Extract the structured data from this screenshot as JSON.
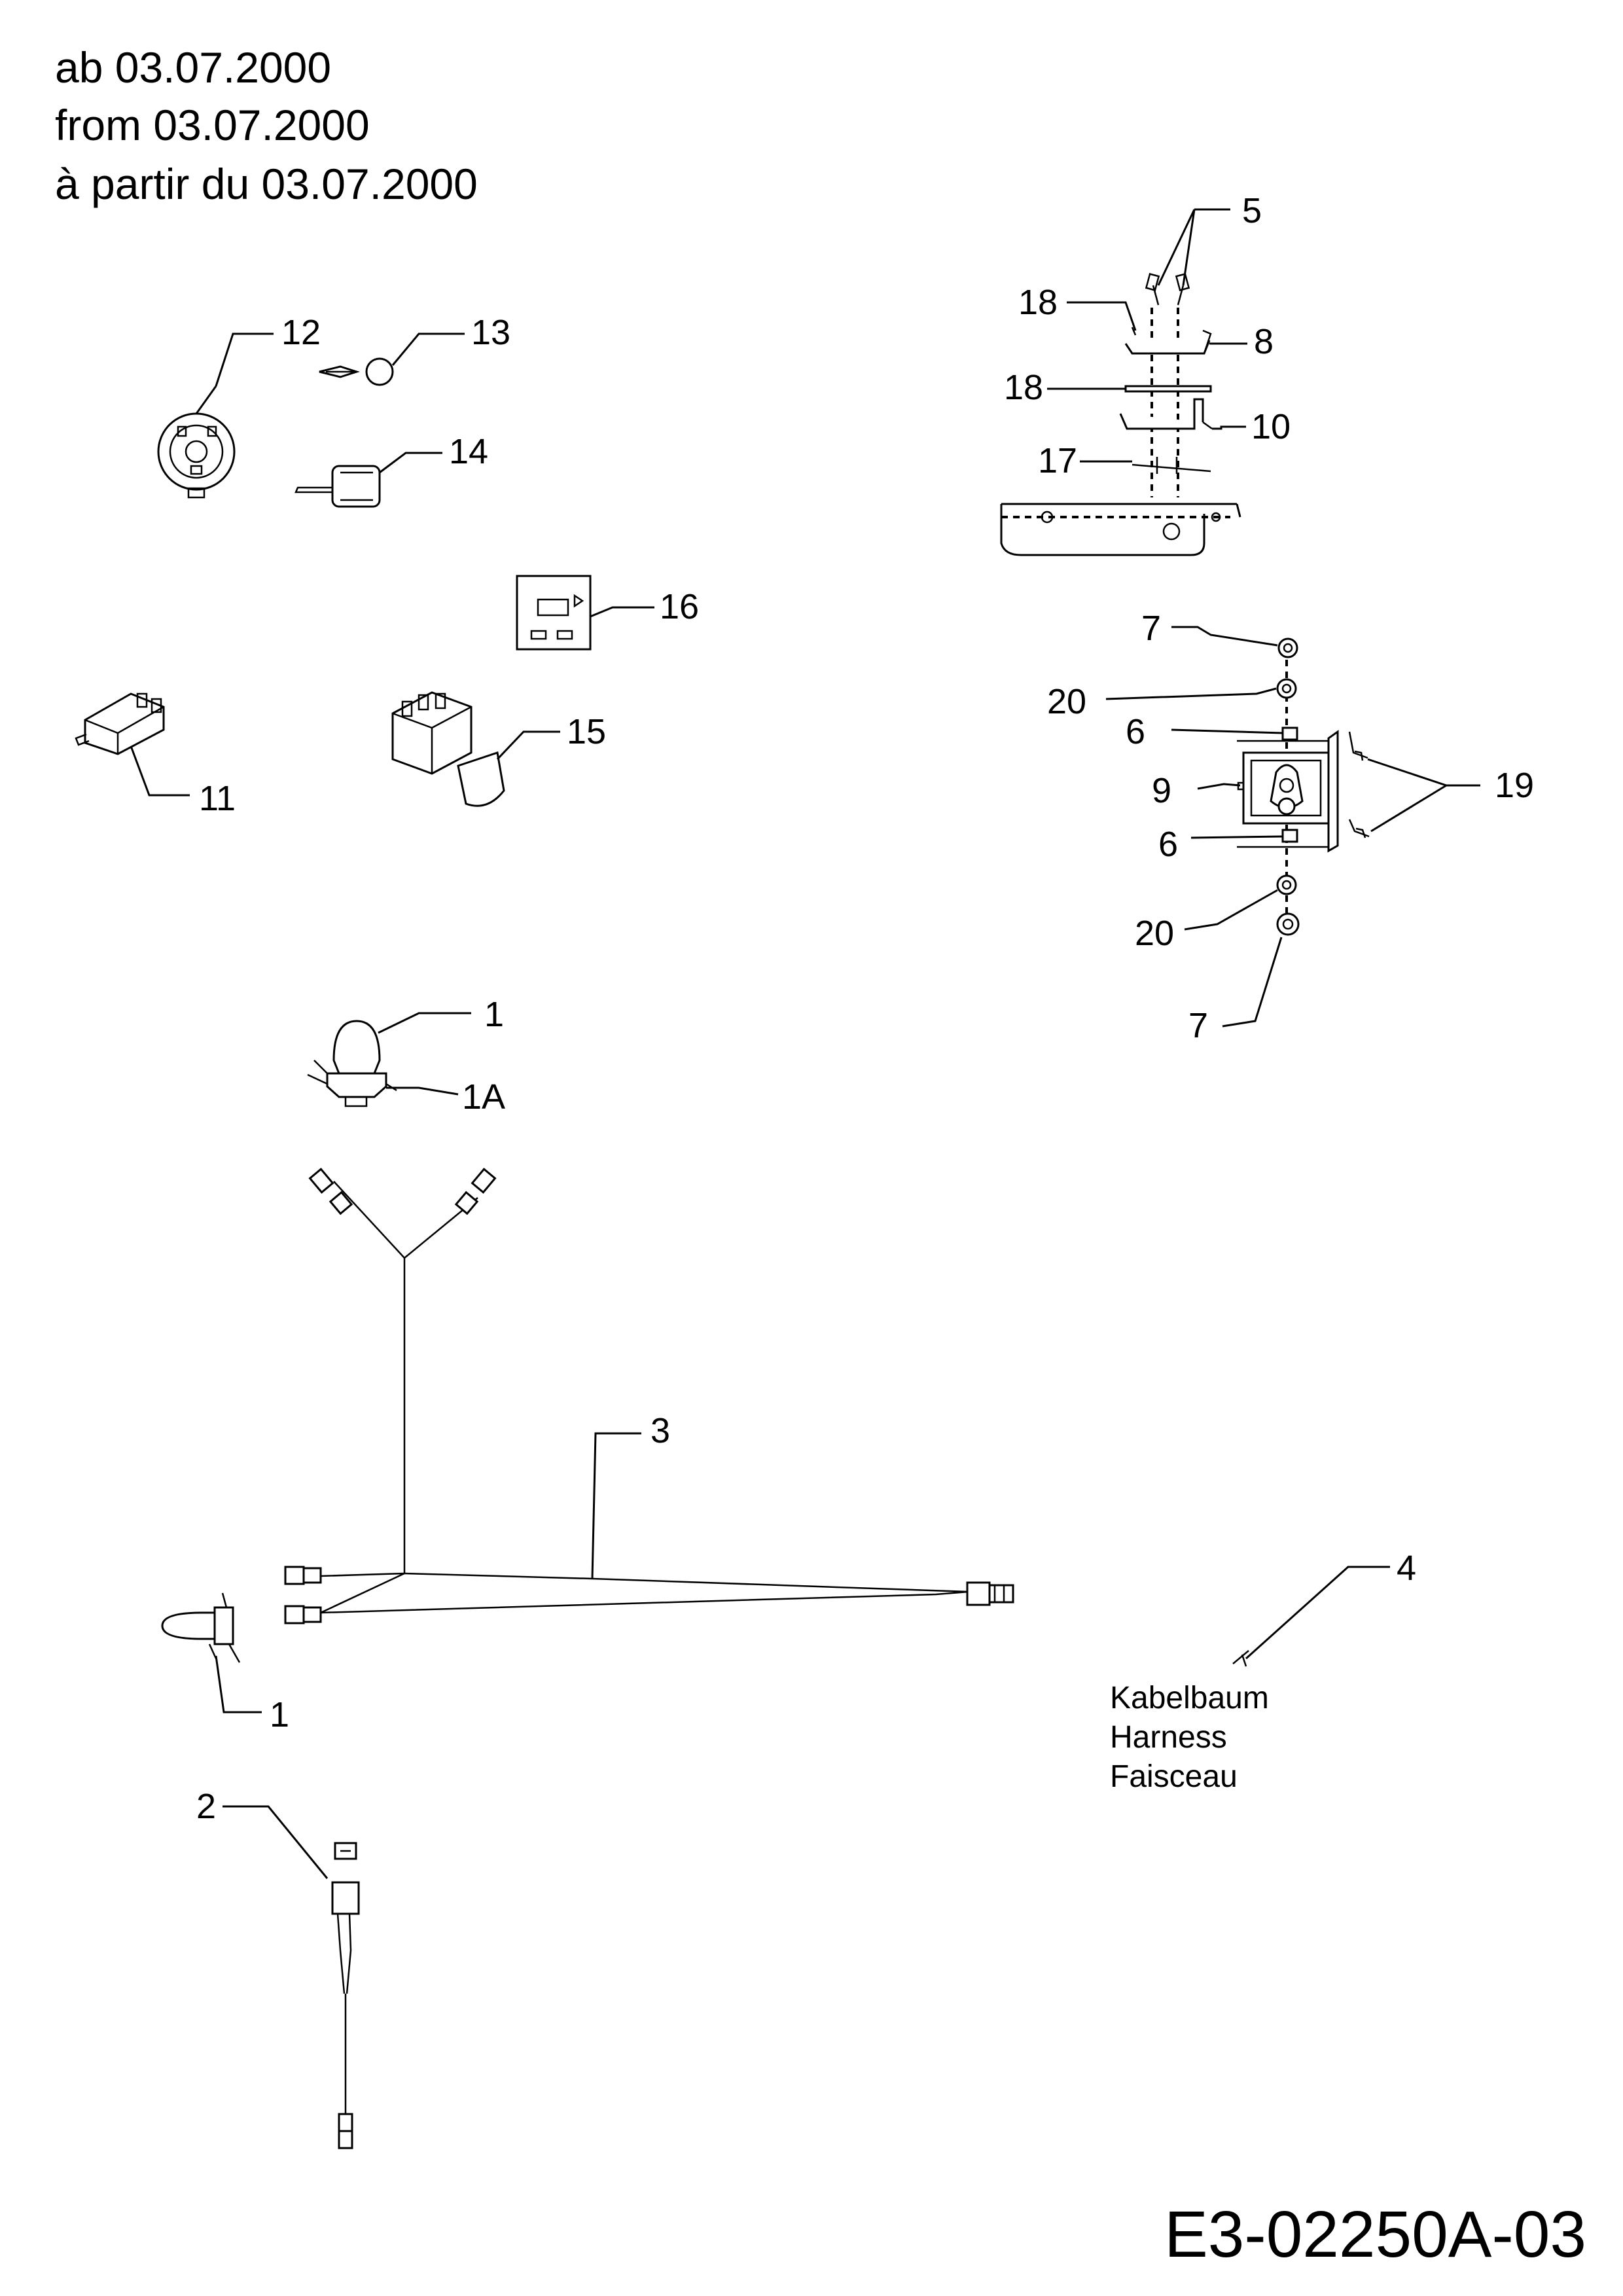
{
  "header": {
    "line_de": "ab 03.07.2000",
    "line_en": "from 03.07.2000",
    "line_fr": "à partir du 03.07.2000"
  },
  "document_id": "E3-02250A-03",
  "harness_caption": {
    "de": "Kabelbaum",
    "en": "Harness",
    "fr": "Faisceau"
  },
  "callouts": {
    "c1_upper": "1",
    "c1a": "1A",
    "c1_lower": "1",
    "c2": "2",
    "c3": "3",
    "c4": "4",
    "c5": "5",
    "c6_upper": "6",
    "c6_lower": "6",
    "c7_upper": "7",
    "c7_lower": "7",
    "c8": "8",
    "c9": "9",
    "c10": "10",
    "c11": "11",
    "c12": "12",
    "c13": "13",
    "c14": "14",
    "c15": "15",
    "c16": "16",
    "c17": "17",
    "c18_upper": "18",
    "c18_lower": "18",
    "c19": "19",
    "c20_upper": "20",
    "c20_lower": "20"
  }
}
